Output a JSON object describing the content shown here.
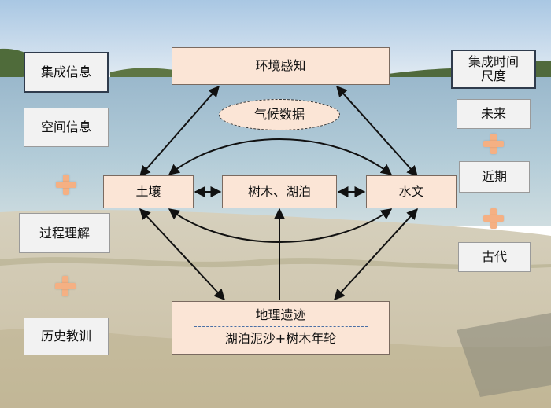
{
  "left_column": {
    "integrated_info": "集成信息",
    "spatial_info": "空间信息",
    "process_understanding": "过程理解",
    "history_lessons": "历史教训"
  },
  "right_column": {
    "integrated_timescale": "集成时间\n尺度",
    "future": "未来",
    "near_term": "近期",
    "ancient": "古代"
  },
  "center": {
    "environment_perception": "环境感知",
    "climate_data": "气候数据",
    "soil": "土壤",
    "trees_lakes": "树木、湖泊",
    "hydrology": "水文",
    "geo_relic_title": "地理遗迹",
    "geo_relic_sub": "湖泊泥沙+树木年轮"
  },
  "colors": {
    "box_fill": "#fbe5d6",
    "plus_color": "#f5b083",
    "arrow_color": "#111111"
  }
}
